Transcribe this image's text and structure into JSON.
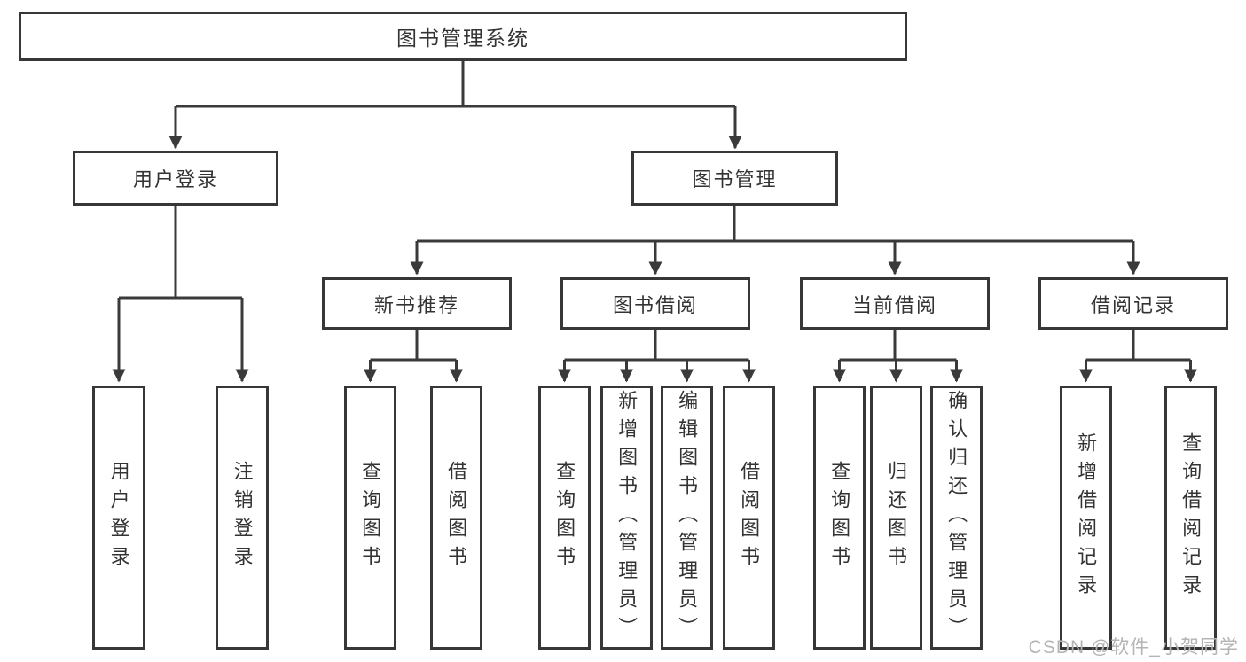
{
  "tree": {
    "label": "图书管理系统",
    "children": [
      {
        "label": "用户登录",
        "children": [
          {
            "label": "用户登录"
          },
          {
            "label": "注销登录"
          }
        ]
      },
      {
        "label": "图书管理",
        "children": [
          {
            "label": "新书推荐",
            "children": [
              {
                "label": "查询图书"
              },
              {
                "label": "借阅图书"
              }
            ]
          },
          {
            "label": "图书借阅",
            "children": [
              {
                "label": "查询图书"
              },
              {
                "label": "新增图书（管理员）"
              },
              {
                "label": "编辑图书（管理员）"
              },
              {
                "label": "借阅图书"
              }
            ]
          },
          {
            "label": "当前借阅",
            "children": [
              {
                "label": "查询图书"
              },
              {
                "label": "归还图书"
              },
              {
                "label": "确认归还（管理员）"
              }
            ]
          },
          {
            "label": "借阅记录",
            "children": [
              {
                "label": "新增借阅记录"
              },
              {
                "label": "查询借阅记录"
              }
            ]
          }
        ]
      }
    ]
  },
  "colors": {
    "line": "#3a3a3a",
    "border": "#373737",
    "text": "#333333",
    "watermark": "#b4b4b4",
    "background": "#ffffff"
  },
  "watermark": "CSDN @软件_小贺同学"
}
